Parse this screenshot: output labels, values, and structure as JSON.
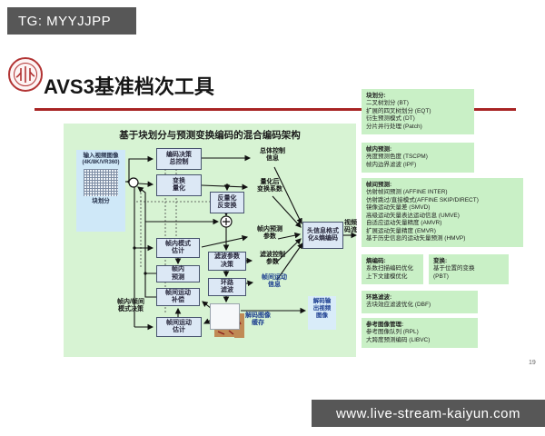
{
  "watermarks": {
    "top": "TG: MYYJJPP",
    "bottom": "www.live-stream-kaiyun.com"
  },
  "slide": {
    "title": "AVS3基准档次工具",
    "page_number": "19"
  },
  "diagram": {
    "title": "基于块划分与预测变换编码的混合编码架构",
    "input": {
      "label": "输入视频图像",
      "format": "(4K/8K/VR360)",
      "partition_label": "块划分"
    },
    "boxes": {
      "coding_control": "编码决策\n总控制",
      "transform_quant": "变换\n量化",
      "inv_quant_transform": "反量化\n反变换",
      "intra_mode_est": "帧内模式\n估计",
      "filter_param_decision": "滤波参数\n决策",
      "intra_pred": "帧内\n预测",
      "loop_filter": "环路\n滤波",
      "inter_mc": "帧间运动\n补偿",
      "inter_me": "帧间运动\n估计",
      "entropy": "头信息格式\n化&熵编码"
    },
    "labels": {
      "overall_control": "总体控制\n信息",
      "quant_coeffs": "量化后\n变换系数",
      "intra_params": "帧内预测\n参数",
      "filter_params": "滤波控制\n参数",
      "motion_info": "帧间运动\n信息",
      "mode_decision": "帧内/帧间\n模式决策",
      "dpb": "解码图像\n缓存",
      "bitstream": "视频\n码流",
      "decoded_output": "解码输\n出视频\n图像"
    }
  },
  "tools": {
    "partition": {
      "title": "块划分:",
      "lines": [
        "二叉树划分 (BT)",
        "扩展的四叉树划分 (EQT)",
        "衍生预测模式 (DT)",
        "分片并行处理 (Patch)"
      ]
    },
    "intra": {
      "title": "帧内预测:",
      "lines": [
        "亮度预测色度 (TSCPM)",
        "帧内边界滤波 (IPF)"
      ]
    },
    "inter": {
      "title": "帧间预测:",
      "lines": [
        "仿射帧间预测 (AFFINE INTER)",
        "仿射跳过/直接模式(AFFINE SKIP/DIRECT)",
        "镜像运动矢量差 (SMVD)",
        "高级运动矢量表达运动信息 (UMVE)",
        "自适应运动矢量精度 (AMVR)",
        "扩展运动矢量精度 (EMVR)",
        "基于历史信息的运动矢量预测 (HMVP)"
      ]
    },
    "entropy_opt": {
      "title": "熵编码:",
      "lines": [
        "系数扫描编码优化",
        "上下文建模优化"
      ]
    },
    "transform_opt": {
      "title": "变换:",
      "lines": [
        "基于位置的变换",
        "(PBT)"
      ]
    },
    "loopfilter_opt": {
      "title": "环路滤波:",
      "lines": [
        "去块效应滤波优化 (DBF)"
      ]
    },
    "refpic": {
      "title": "参考图像管理:",
      "lines": [
        "参考图像队列 (RPL)",
        "大跨度预测编码 (LIBVC)"
      ]
    }
  },
  "colors": {
    "accent_red": "#a82424",
    "panel_green": "#d7f3d3",
    "tool_green": "#c9f0c6",
    "bar_gray": "#575757",
    "box_blue": "#dce8f5",
    "blue_text": "#1a3c8f"
  }
}
